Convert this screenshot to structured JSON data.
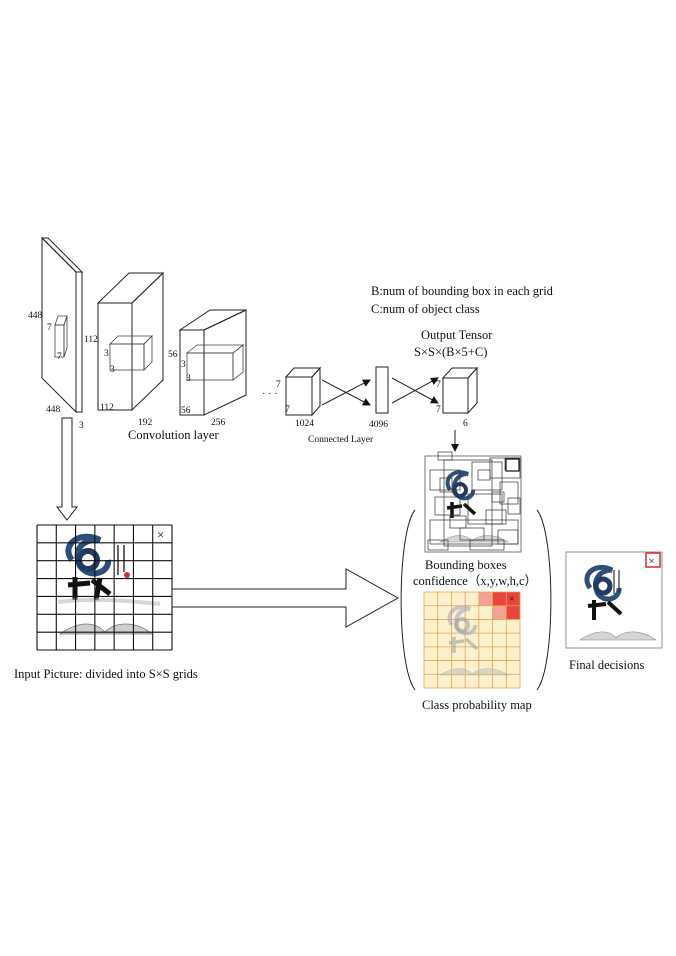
{
  "network": {
    "input_layer": {
      "height": "448",
      "width": "448",
      "depth": "3",
      "kernel_a": "7",
      "kernel_b": "7"
    },
    "conv1": {
      "height": "112",
      "width": "112",
      "depth": "192",
      "kernel_a": "3",
      "kernel_b": "3"
    },
    "conv2": {
      "height": "56",
      "width": "56",
      "depth": "256",
      "kernel_a": "3",
      "kernel_b": "3"
    },
    "conv_last": {
      "height": "7",
      "width": "7",
      "depth": "1024"
    },
    "ellipsis": "· · ·",
    "fc_size": "4096",
    "output": {
      "height": "7",
      "width": "7",
      "depth": "6"
    },
    "convolution_label": "Convolution layer",
    "connected_label": "Connected Layer"
  },
  "legend": {
    "b_def": "B:num of bounding box in each grid",
    "c_def": "C:num of object class"
  },
  "output_tensor": {
    "title": "Output Tensor",
    "formula": "S×S×(B×5+C)"
  },
  "input_picture": {
    "caption": "Input Picture: divided into S×S grids",
    "marker": "×",
    "grid_size": 7
  },
  "bounding_boxes": {
    "caption_line1": "Bounding boxes",
    "caption_line2": "confidence（x,y,w,h,c）"
  },
  "class_map": {
    "caption": "Class probability map",
    "marker": "×",
    "colors": {
      "cell": "#fbf1cf",
      "highlight": "#e9443d",
      "light_highlight": "#f4a19a",
      "grid": "#e8a24a"
    }
  },
  "final": {
    "caption": "Final decisions",
    "marker": "×",
    "box_color": "#e5262a"
  }
}
